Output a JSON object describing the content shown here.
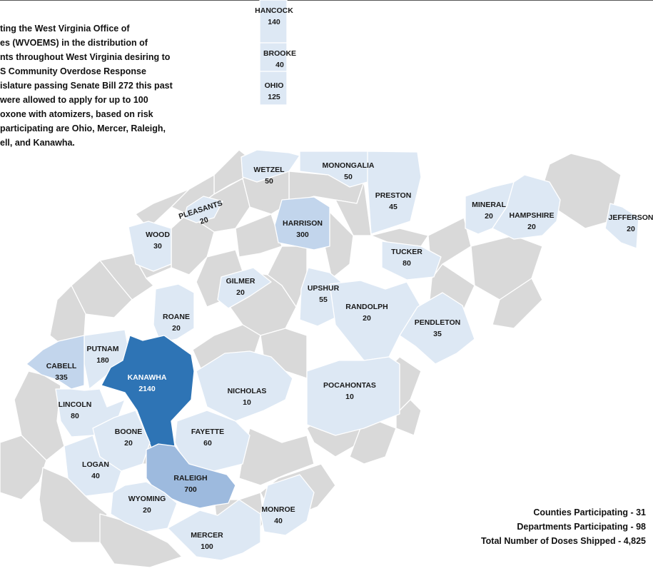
{
  "intro_lines": [
    "ting the West Virginia Office of",
    "es (WVOEMS) in the distribution of",
    "nts throughout West Virginia desiring to",
    "S Community Overdose Response",
    "islature passing Senate Bill 272 this past",
    " were allowed to apply for up to 100",
    "oxone with atomizers, based on risk",
    "participating are Ohio, Mercer, Raleigh,",
    "ell, and Kanawha."
  ],
  "counties": [
    {
      "name": "HANCOCK",
      "doses": "140"
    },
    {
      "name": "BROOKE",
      "doses": "40"
    },
    {
      "name": "OHIO",
      "doses": "125"
    },
    {
      "name": "WETZEL",
      "doses": "50"
    },
    {
      "name": "MONONGALIA",
      "doses": "50"
    },
    {
      "name": "PRESTON",
      "doses": "45"
    },
    {
      "name": "MINERAL",
      "doses": "20"
    },
    {
      "name": "HAMPSHIRE",
      "doses": "20"
    },
    {
      "name": "JEFFERSON",
      "doses": "20"
    },
    {
      "name": "PLEASANTS",
      "doses": "20"
    },
    {
      "name": "WOOD",
      "doses": "30"
    },
    {
      "name": "HARRISON",
      "doses": "300"
    },
    {
      "name": "TUCKER",
      "doses": "80"
    },
    {
      "name": "GILMER",
      "doses": "20"
    },
    {
      "name": "UPSHUR",
      "doses": "55"
    },
    {
      "name": "RANDOLPH",
      "doses": "20"
    },
    {
      "name": "ROANE",
      "doses": "20"
    },
    {
      "name": "PENDLETON",
      "doses": "35"
    },
    {
      "name": "PUTNAM",
      "doses": "180"
    },
    {
      "name": "CABELL",
      "doses": "335"
    },
    {
      "name": "KANAWHA",
      "doses": "2140"
    },
    {
      "name": "NICHOLAS",
      "doses": "10"
    },
    {
      "name": "POCAHONTAS",
      "doses": "10"
    },
    {
      "name": "LINCOLN",
      "doses": "80"
    },
    {
      "name": "BOONE",
      "doses": "20"
    },
    {
      "name": "FAYETTE",
      "doses": "60"
    },
    {
      "name": "LOGAN",
      "doses": "40"
    },
    {
      "name": "RALEIGH",
      "doses": "700"
    },
    {
      "name": "WYOMING",
      "doses": "20"
    },
    {
      "name": "MONROE",
      "doses": "40"
    },
    {
      "name": "MERCER",
      "doses": "100"
    }
  ],
  "stats": {
    "counties": "Counties Participating - 31",
    "departments": "Departments Participating - 98",
    "doses": "Total Number of Doses Shipped - 4,825"
  },
  "colors": {
    "non_participating": "#d9d9d9",
    "light": "#dde8f4",
    "medium": "#c2d5ec",
    "dark": "#9dbade",
    "kanawha": "#2e74b5",
    "border": "#ffffff"
  }
}
